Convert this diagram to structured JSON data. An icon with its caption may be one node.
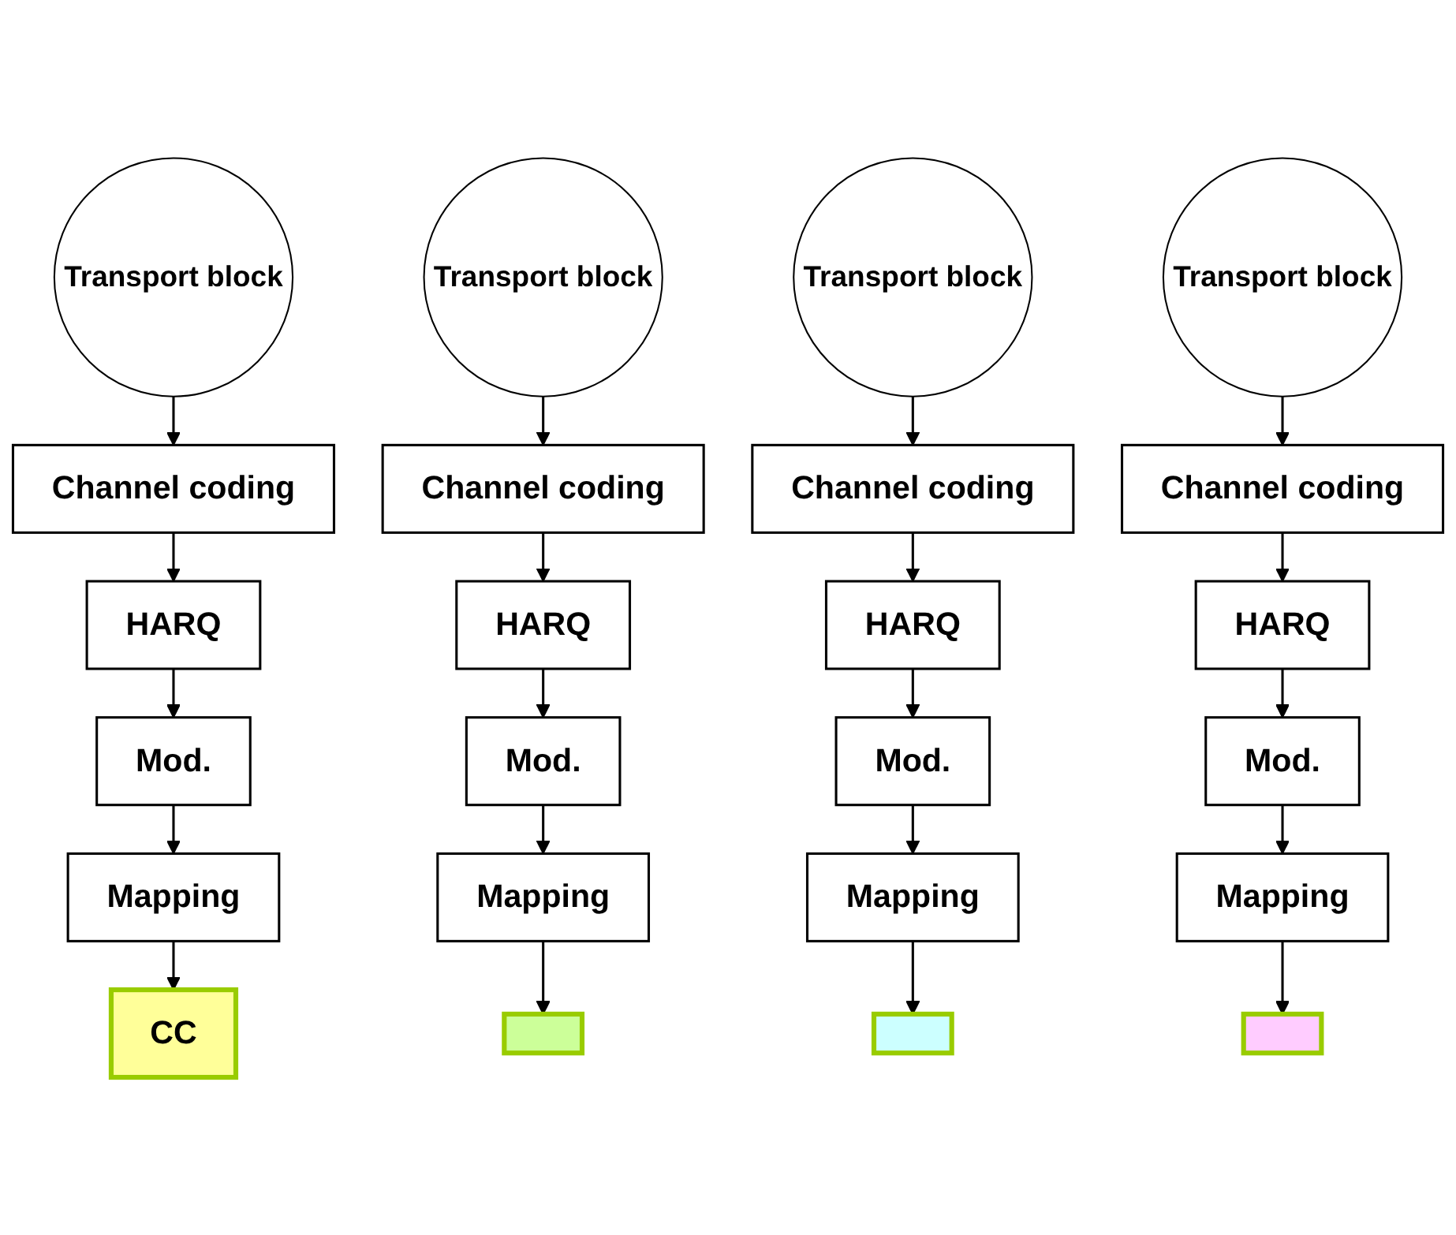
{
  "diagram": {
    "nodes": [
      {
        "text": [
          "Transport block"
        ]
      },
      {
        "text": [
          "Channel coding"
        ]
      },
      {
        "text": [
          "HARQ"
        ]
      },
      {
        "text": [
          "Mod."
        ]
      },
      {
        "text": [
          "Mapping"
        ]
      },
      {
        "text": [
          "CC"
        ]
      },
      {
        "text": [
          "Transport block"
        ]
      },
      {
        "text": [
          "Channel coding"
        ]
      },
      {
        "text": [
          "HARQ"
        ]
      },
      {
        "text": [
          "Mod."
        ]
      },
      {
        "text": [
          "Mapping"
        ]
      },
      {
        "text": [],
        "shape": "box"
      },
      {
        "text": [
          "Transport block"
        ]
      },
      {
        "text": [
          "Channel coding"
        ]
      },
      {
        "text": [
          "HARQ"
        ]
      },
      {
        "text": [
          "Mod."
        ]
      },
      {
        "text": [
          "Mapping"
        ]
      },
      {
        "text": [],
        "shape": "box"
      },
      {
        "text": [
          "Transport block"
        ]
      },
      {
        "text": [
          "Channel coding"
        ]
      },
      {
        "text": [
          "HARQ"
        ]
      },
      {
        "text": [
          "Mod."
        ]
      },
      {
        "text": [
          "Mapping"
        ]
      },
      {
        "text": [],
        "shape": "box"
      }
    ],
    "edges": [
      {
        "from": 0,
        "to": 1,
        "arrow": "to"
      },
      {
        "from": 1,
        "to": 2,
        "arrow": "to"
      },
      {
        "from": 2,
        "to": 3,
        "arrow": "to"
      },
      {
        "from": 3,
        "to": 4,
        "arrow": "to"
      },
      {
        "from": 4,
        "to": 5,
        "arrow": "to"
      },
      {
        "from": 6,
        "to": 7,
        "arrow": "to"
      },
      {
        "from": 7,
        "to": 8,
        "arrow": "to"
      },
      {
        "from": 8,
        "to": 9,
        "arrow": "to"
      },
      {
        "from": 9,
        "to": 10,
        "arrow": "to"
      },
      {
        "from": 10,
        "to": 11,
        "arrow": "to"
      },
      {
        "from": 12,
        "to": 13,
        "arrow": "to"
      },
      {
        "from": 13,
        "to": 14,
        "arrow": "to"
      },
      {
        "from": 14,
        "to": 15,
        "arrow": "to"
      },
      {
        "from": 15,
        "to": 16,
        "arrow": "to"
      },
      {
        "from": 16,
        "to": 17,
        "arrow": "to"
      },
      {
        "from": 18,
        "to": 19,
        "arrow": "to"
      },
      {
        "from": 19,
        "to": 20,
        "arrow": "to"
      },
      {
        "from": 20,
        "to": 21,
        "arrow": "to"
      },
      {
        "from": 21,
        "to": 22,
        "arrow": "to"
      },
      {
        "from": 22,
        "to": 23,
        "arrow": "to"
      }
    ]
  }
}
